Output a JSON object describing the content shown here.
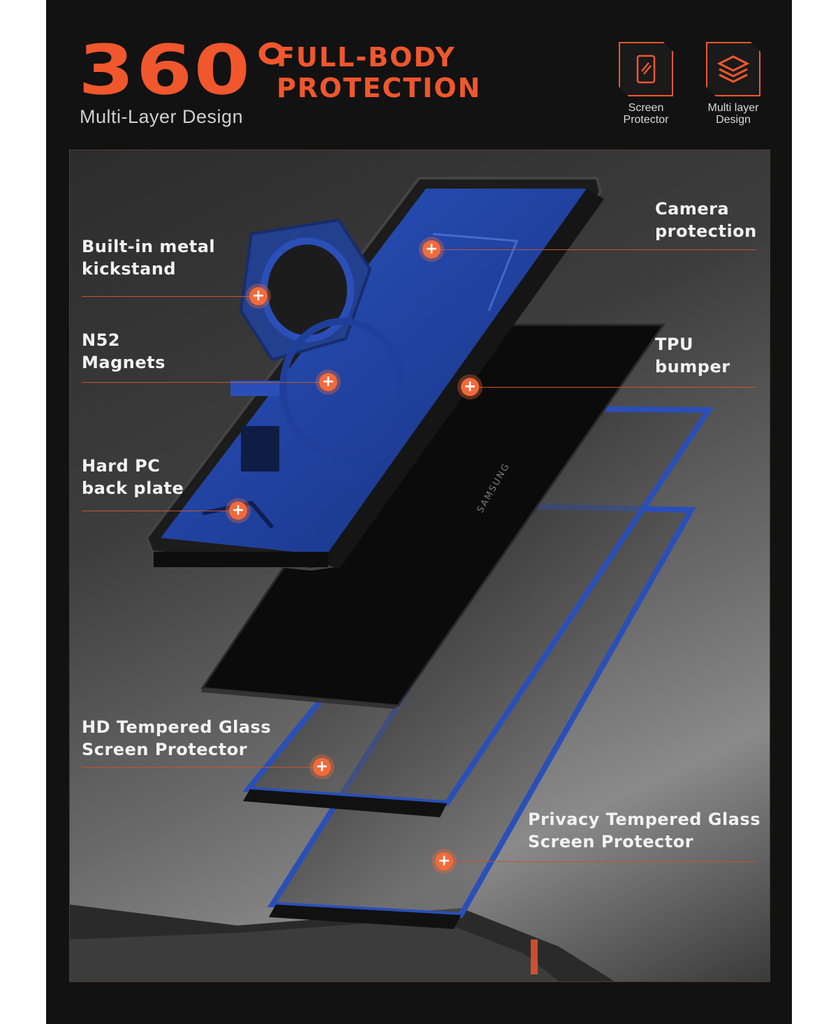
{
  "header": {
    "hero_number": "360°",
    "headline_line1": "FULL-BODY",
    "headline_line2": "PROTECTION",
    "subtitle": "Multi-Layer Design"
  },
  "features": [
    {
      "icon": "screen-protector-icon",
      "line1": "Screen",
      "line2": "Protector"
    },
    {
      "icon": "layers-icon",
      "line1": "Multi layer",
      "line2": "Design"
    }
  ],
  "callouts": {
    "kickstand": {
      "line1": "Built-in metal",
      "line2": "kickstand"
    },
    "magnets": {
      "line1": "N52",
      "line2": "Magnets"
    },
    "back_plate": {
      "line1": "Hard PC",
      "line2": "back plate"
    },
    "camera": {
      "line1": "Camera",
      "line2": "protection"
    },
    "bumper": {
      "line1": "TPU",
      "line2": "bumper"
    },
    "hd_glass": {
      "line1": "HD Tempered Glass",
      "line2": "Screen Protector"
    },
    "privacy_glass": {
      "line1": "Privacy Tempered Glass",
      "line2": "Screen Protector"
    }
  },
  "phone_brand": "SAMSUNG",
  "hotspot_symbol": "+",
  "colors": {
    "accent": "#f0572d",
    "case_blue": "#1f3f9a",
    "background": "#121212"
  }
}
